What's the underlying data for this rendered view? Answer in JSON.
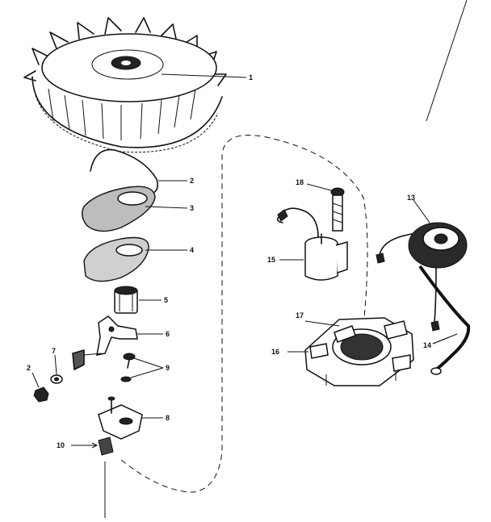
{
  "parts": [
    {
      "id": "part-1",
      "label": "1"
    },
    {
      "id": "part-2",
      "label": "2"
    },
    {
      "id": "part-3",
      "label": "3"
    },
    {
      "id": "part-4",
      "label": "4"
    },
    {
      "id": "part-5",
      "label": "5"
    },
    {
      "id": "part-6",
      "label": "6"
    },
    {
      "id": "part-7",
      "label": "7"
    },
    {
      "id": "part-8",
      "label": "8"
    },
    {
      "id": "part-9",
      "label": "9"
    },
    {
      "id": "part-10",
      "label": "10"
    },
    {
      "id": "part-2b",
      "label": "2"
    },
    {
      "id": "part-13",
      "label": "13"
    },
    {
      "id": "part-14",
      "label": "14"
    },
    {
      "id": "part-15",
      "label": "15"
    },
    {
      "id": "part-16",
      "label": "16"
    },
    {
      "id": "part-17",
      "label": "17"
    },
    {
      "id": "part-18",
      "label": "18"
    }
  ]
}
